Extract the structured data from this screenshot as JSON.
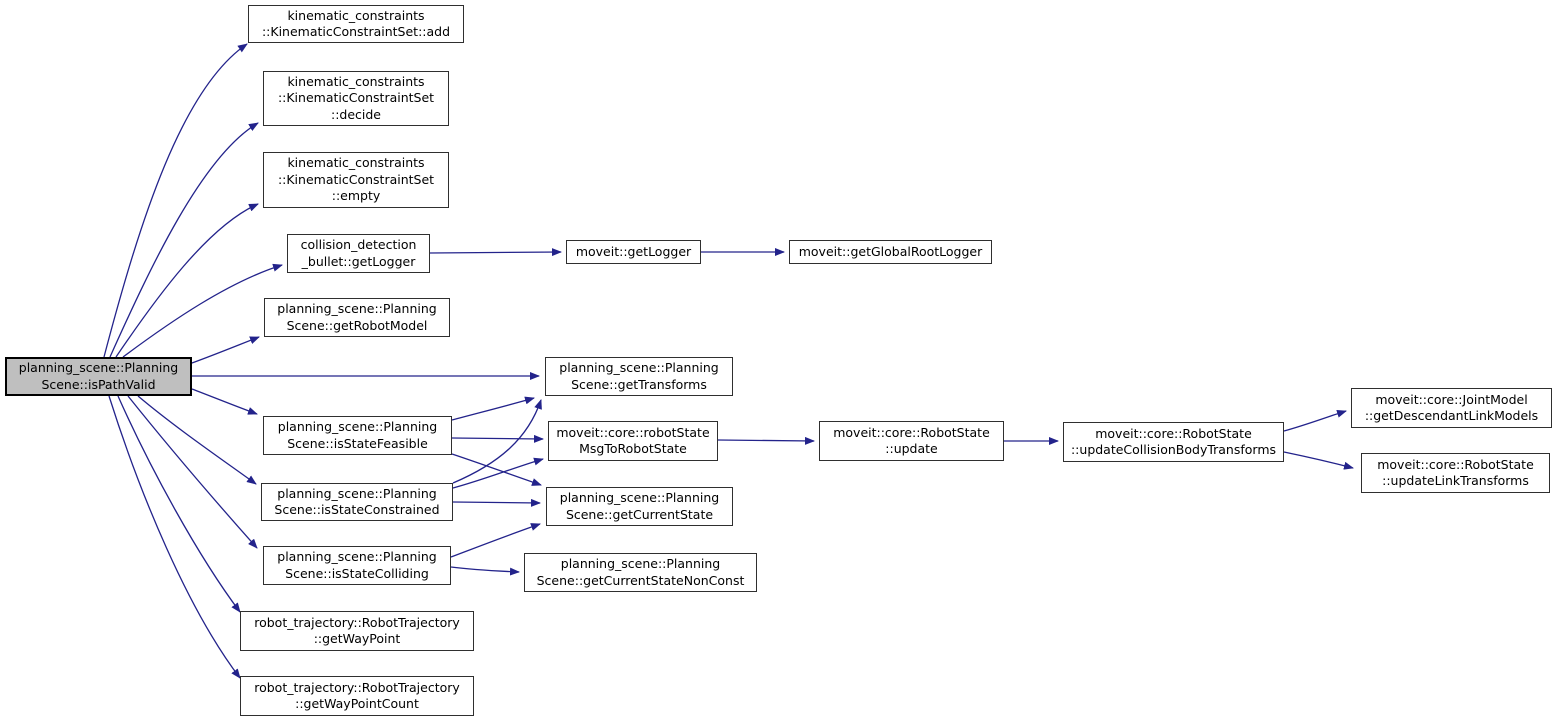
{
  "diagram": {
    "kind": "doxygen-call-graph",
    "root_function": "planning_scene::PlanningScene::isPathValid",
    "colors": {
      "background": "#ffffff",
      "edge": "#23238b",
      "node_border": "#2f2f2f",
      "node_fill": "#ffffff",
      "root_node_fill": "#bfbfbf",
      "root_node_border": "#000000",
      "text": "#000000"
    }
  },
  "nodes": [
    {
      "id": "isPathValid",
      "lines": [
        "planning_scene::Planning",
        "Scene::isPathValid"
      ]
    },
    {
      "id": "kinematicConstraintSetAdd",
      "lines": [
        "kinematic_constraints",
        "::KinematicConstraintSet::add"
      ]
    },
    {
      "id": "kinematicConstraintSetDecide",
      "lines": [
        "kinematic_constraints",
        "::KinematicConstraintSet",
        "::decide"
      ]
    },
    {
      "id": "kinematicConstraintSetEmpty",
      "lines": [
        "kinematic_constraints",
        "::KinematicConstraintSet",
        "::empty"
      ]
    },
    {
      "id": "bulletGetLogger",
      "lines": [
        "collision_detection",
        "_bullet::getLogger"
      ]
    },
    {
      "id": "getRobotModel",
      "lines": [
        "planning_scene::Planning",
        "Scene::getRobotModel"
      ]
    },
    {
      "id": "getTransforms",
      "lines": [
        "planning_scene::Planning",
        "Scene::getTransforms"
      ]
    },
    {
      "id": "isStateFeasible",
      "lines": [
        "planning_scene::Planning",
        "Scene::isStateFeasible"
      ]
    },
    {
      "id": "isStateConstrained",
      "lines": [
        "planning_scene::Planning",
        "Scene::isStateConstrained"
      ]
    },
    {
      "id": "isStateColliding",
      "lines": [
        "planning_scene::Planning",
        "Scene::isStateColliding"
      ]
    },
    {
      "id": "getWayPoint",
      "lines": [
        "robot_trajectory::RobotTrajectory",
        "::getWayPoint"
      ]
    },
    {
      "id": "getWayPointCount",
      "lines": [
        "robot_trajectory::RobotTrajectory",
        "::getWayPointCount"
      ]
    },
    {
      "id": "moveitGetLogger",
      "lines": [
        "moveit::getLogger"
      ]
    },
    {
      "id": "getGlobalRootLogger",
      "lines": [
        "moveit::getGlobalRootLogger"
      ]
    },
    {
      "id": "robotStateMsgToRobotState",
      "lines": [
        "moveit::core::robotState",
        "MsgToRobotState"
      ]
    },
    {
      "id": "getCurrentState",
      "lines": [
        "planning_scene::Planning",
        "Scene::getCurrentState"
      ]
    },
    {
      "id": "getCurrentStateNonConst",
      "lines": [
        "planning_scene::Planning",
        "Scene::getCurrentStateNonConst"
      ]
    },
    {
      "id": "robotStateUpdate",
      "lines": [
        "moveit::core::RobotState",
        "::update"
      ]
    },
    {
      "id": "updateCollisionBodyTransforms",
      "lines": [
        "moveit::core::RobotState",
        "::updateCollisionBodyTransforms"
      ]
    },
    {
      "id": "getDescendantLinkModels",
      "lines": [
        "moveit::core::JointModel",
        "::getDescendantLinkModels"
      ]
    },
    {
      "id": "updateLinkTransforms",
      "lines": [
        "moveit::core::RobotState",
        "::updateLinkTransforms"
      ]
    }
  ],
  "edges": [
    {
      "from": "isPathValid",
      "to": "kinematicConstraintSetAdd"
    },
    {
      "from": "isPathValid",
      "to": "kinematicConstraintSetDecide"
    },
    {
      "from": "isPathValid",
      "to": "kinematicConstraintSetEmpty"
    },
    {
      "from": "isPathValid",
      "to": "bulletGetLogger"
    },
    {
      "from": "isPathValid",
      "to": "getRobotModel"
    },
    {
      "from": "isPathValid",
      "to": "getTransforms"
    },
    {
      "from": "isPathValid",
      "to": "isStateFeasible"
    },
    {
      "from": "isPathValid",
      "to": "isStateConstrained"
    },
    {
      "from": "isPathValid",
      "to": "isStateColliding"
    },
    {
      "from": "isPathValid",
      "to": "getWayPoint"
    },
    {
      "from": "isPathValid",
      "to": "getWayPointCount"
    },
    {
      "from": "bulletGetLogger",
      "to": "moveitGetLogger"
    },
    {
      "from": "moveitGetLogger",
      "to": "getGlobalRootLogger"
    },
    {
      "from": "isStateFeasible",
      "to": "getTransforms"
    },
    {
      "from": "isStateFeasible",
      "to": "robotStateMsgToRobotState"
    },
    {
      "from": "isStateFeasible",
      "to": "getCurrentState"
    },
    {
      "from": "isStateConstrained",
      "to": "getTransforms"
    },
    {
      "from": "isStateConstrained",
      "to": "robotStateMsgToRobotState"
    },
    {
      "from": "isStateConstrained",
      "to": "getCurrentState"
    },
    {
      "from": "isStateColliding",
      "to": "getCurrentState"
    },
    {
      "from": "isStateColliding",
      "to": "getCurrentStateNonConst"
    },
    {
      "from": "robotStateMsgToRobotState",
      "to": "robotStateUpdate"
    },
    {
      "from": "robotStateUpdate",
      "to": "updateCollisionBodyTransforms"
    },
    {
      "from": "updateCollisionBodyTransforms",
      "to": "getDescendantLinkModels"
    },
    {
      "from": "updateCollisionBodyTransforms",
      "to": "updateLinkTransforms"
    }
  ]
}
